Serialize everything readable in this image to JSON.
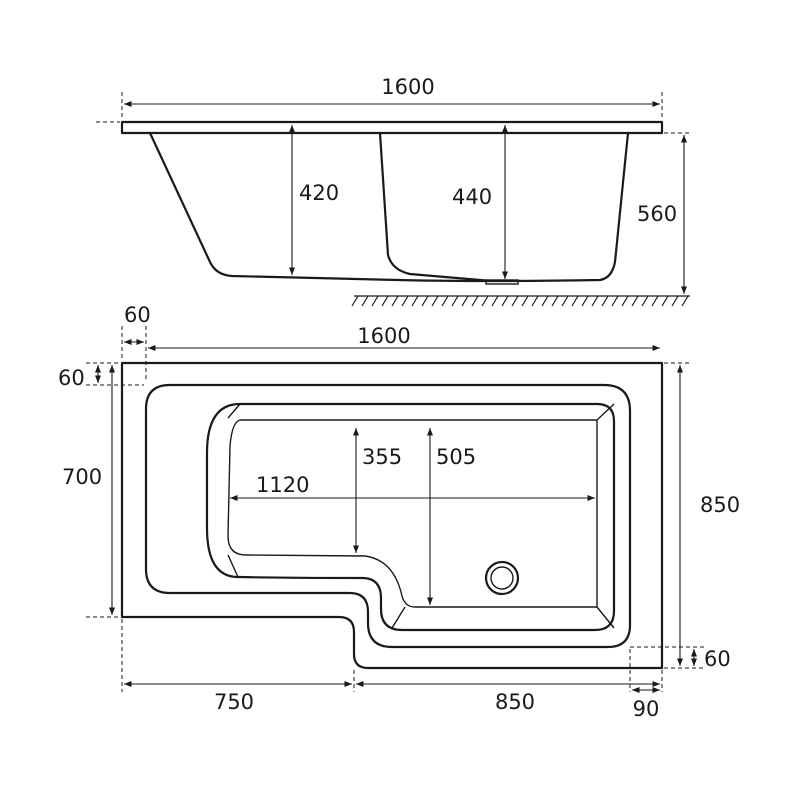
{
  "colors": {
    "line": "#1a1a1a",
    "background": "#ffffff"
  },
  "side_view": {
    "length": "1600",
    "depth_left": "420",
    "depth_right": "440",
    "height": "560"
  },
  "plan_view": {
    "rim_end": "60",
    "length": "1600",
    "rim_side": "60",
    "width_narrow": "700",
    "inner_length": "1120",
    "inner_narrow": "355",
    "inner_wide": "505",
    "width_wide": "850",
    "rim_bottom": "60",
    "narrow_section": "750",
    "wide_section": "850",
    "offset": "90"
  }
}
